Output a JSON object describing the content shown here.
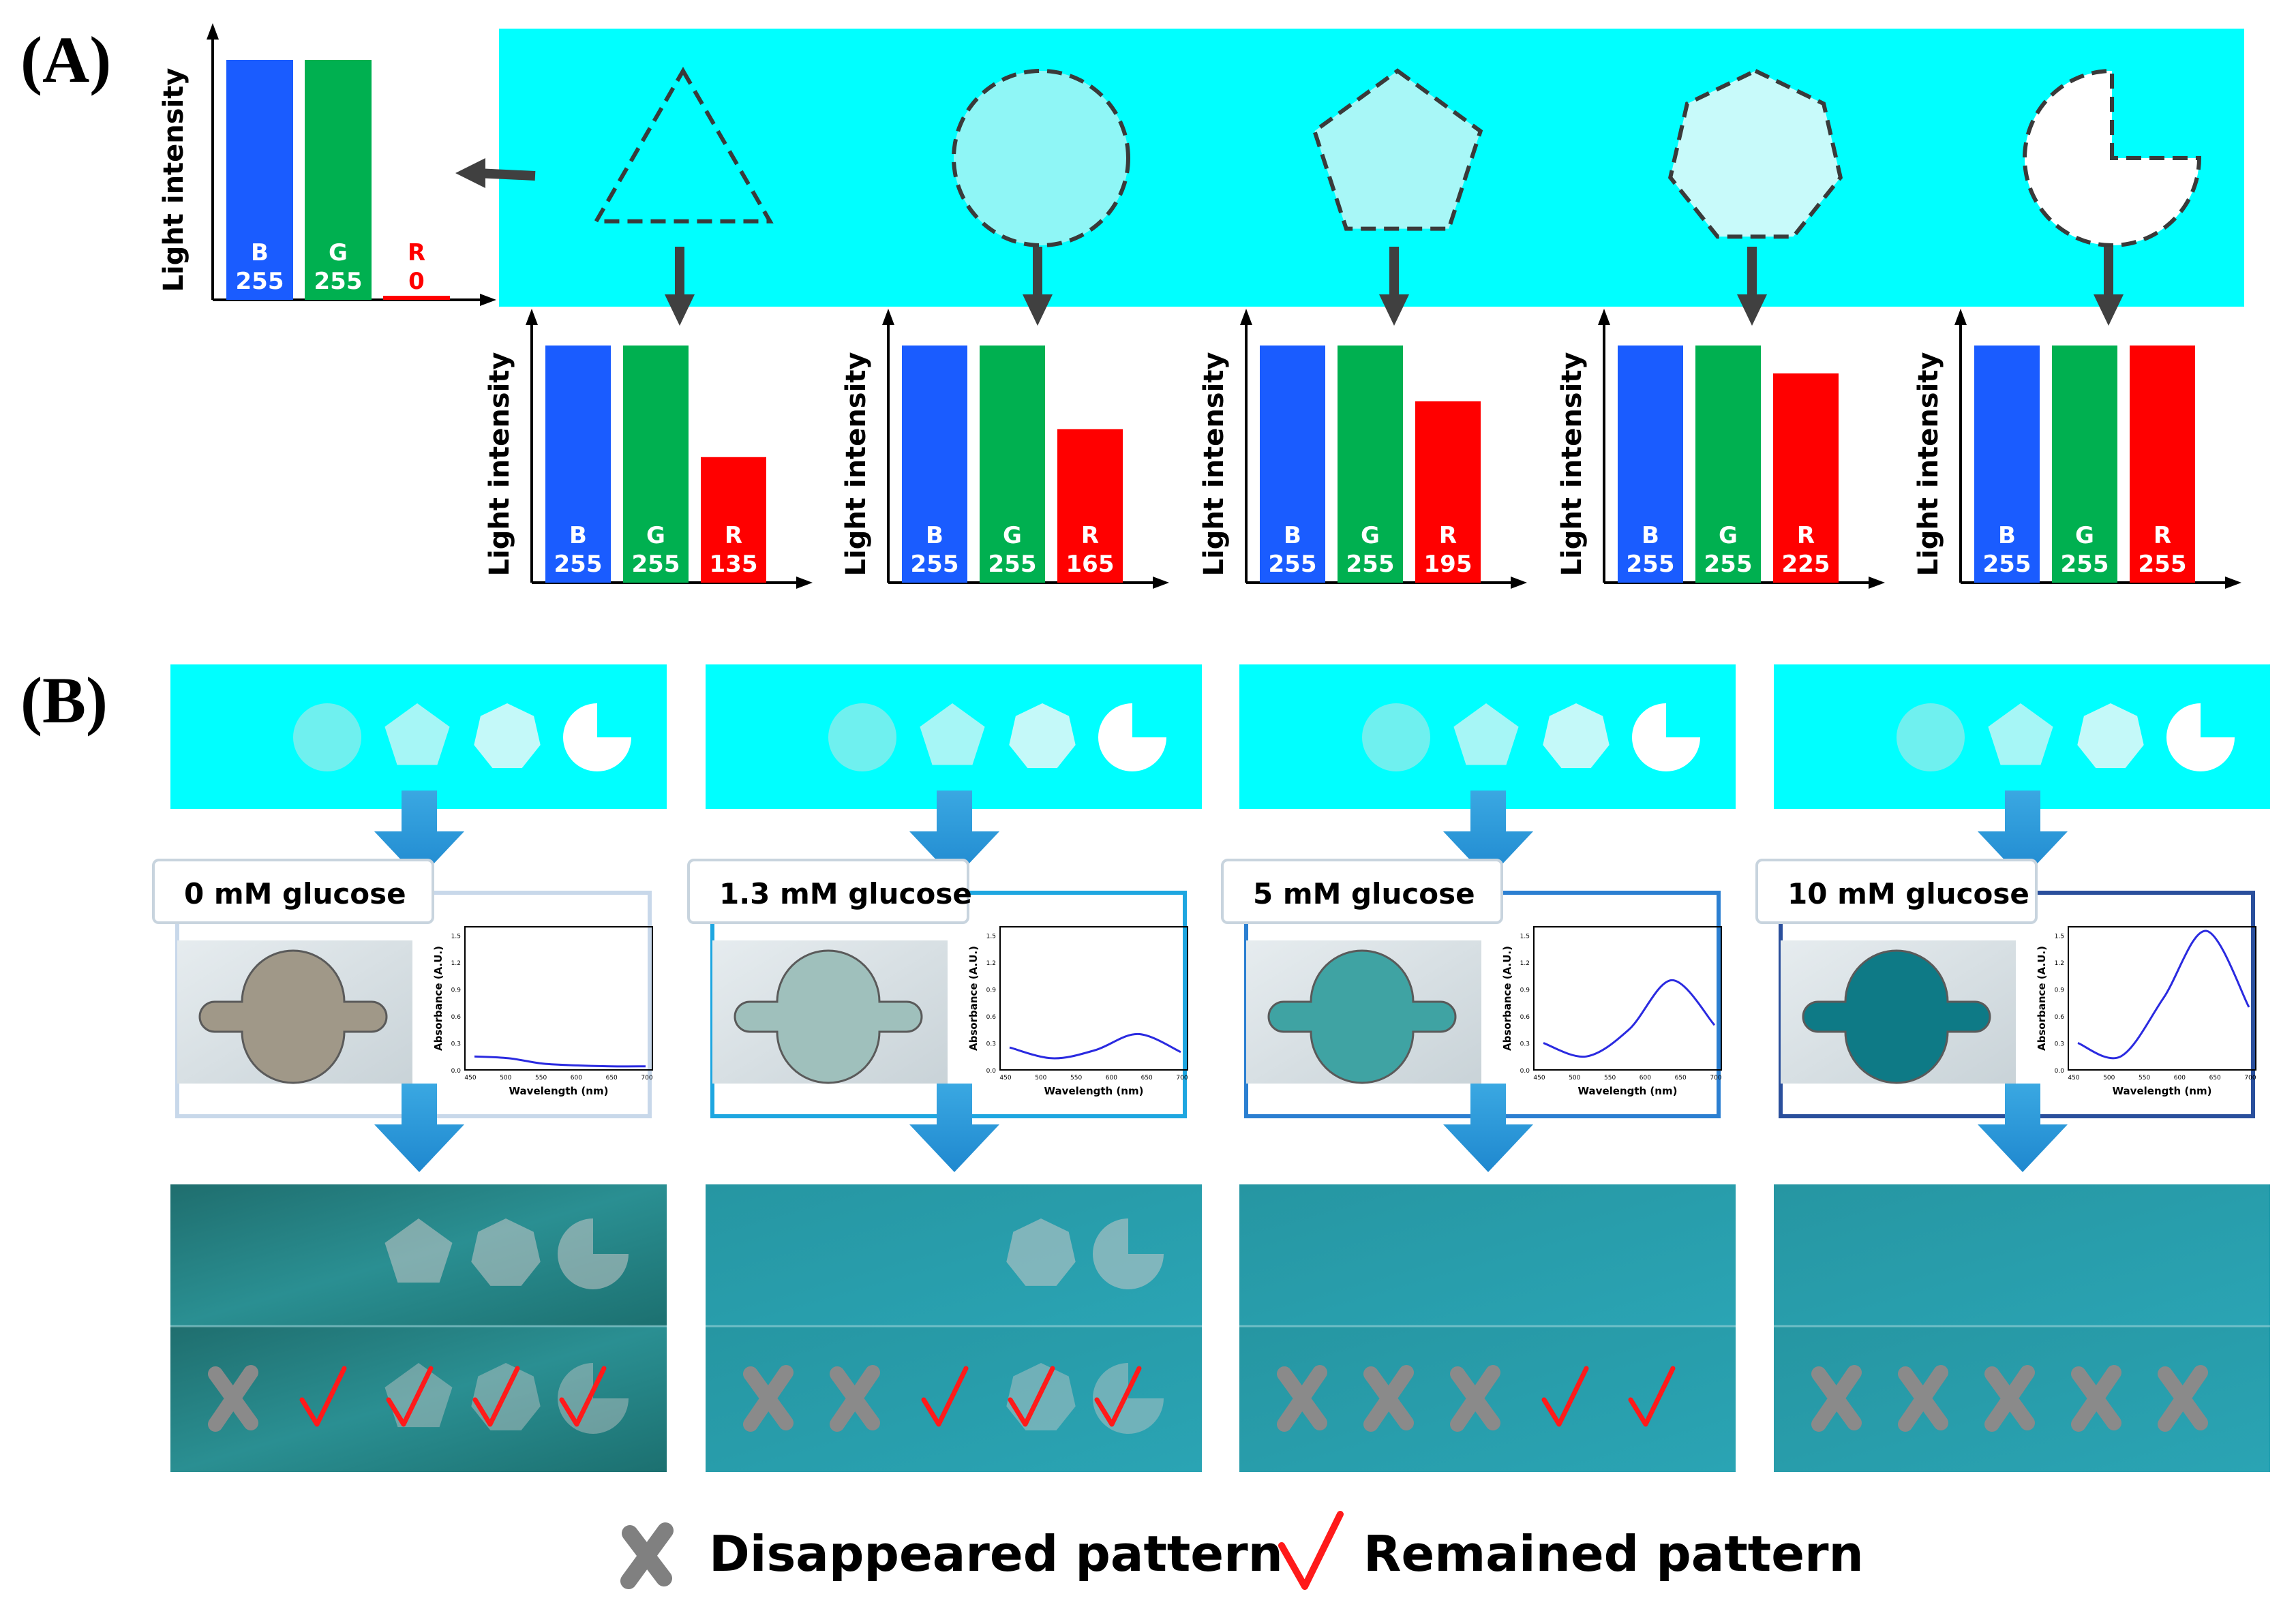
{
  "panel_a": {
    "label": "(A)",
    "ylabel": "Light intensity",
    "source_chart": {
      "bars": [
        {
          "letter": "B",
          "value": 255,
          "color": "#1a5cff"
        },
        {
          "letter": "G",
          "value": 255,
          "color": "#00b050"
        },
        {
          "letter": "R",
          "value": 0,
          "color": "#ff0000"
        }
      ]
    },
    "shapes": [
      "triangle",
      "circle",
      "pentagon",
      "heptagon",
      "pacman"
    ],
    "charts": [
      {
        "bars": [
          {
            "letter": "B",
            "value": 255
          },
          {
            "letter": "G",
            "value": 255
          },
          {
            "letter": "R",
            "value": 135
          }
        ]
      },
      {
        "bars": [
          {
            "letter": "B",
            "value": 255
          },
          {
            "letter": "G",
            "value": 255
          },
          {
            "letter": "R",
            "value": 165
          }
        ]
      },
      {
        "bars": [
          {
            "letter": "B",
            "value": 255
          },
          {
            "letter": "G",
            "value": 255
          },
          {
            "letter": "R",
            "value": 195
          }
        ]
      },
      {
        "bars": [
          {
            "letter": "B",
            "value": 255
          },
          {
            "letter": "G",
            "value": 255
          },
          {
            "letter": "R",
            "value": 225
          }
        ]
      },
      {
        "bars": [
          {
            "letter": "B",
            "value": 255
          },
          {
            "letter": "G",
            "value": 255
          },
          {
            "letter": "R",
            "value": 255
          }
        ]
      }
    ],
    "colors": {
      "blue": "#1a5cff",
      "green": "#00b050",
      "red": "#ff0000",
      "cyan": "#00ffff"
    }
  },
  "panel_b": {
    "label": "(B)",
    "conditions": [
      {
        "name": "0 mM glucose",
        "absorbance": [
          0.15,
          0.13,
          0.07,
          0.05,
          0.04,
          0.04
        ],
        "marks": [
          "x",
          "check",
          "check",
          "check",
          "check"
        ],
        "lower_shapes": [
          "pentagon",
          "heptagon",
          "pacman"
        ],
        "pad_color": "#a09888",
        "photo_border": "#c8d8ea"
      },
      {
        "name": "1.3 mM glucose",
        "absorbance": [
          0.25,
          0.13,
          0.22,
          0.4,
          0.2
        ],
        "marks": [
          "x",
          "x",
          "check",
          "check",
          "check"
        ],
        "lower_shapes": [
          "heptagon",
          "pacman"
        ],
        "pad_color": "#9fc0bc",
        "photo_border": "#1ea6e0"
      },
      {
        "name": "5 mM glucose",
        "absorbance": [
          0.3,
          0.15,
          0.45,
          1.0,
          0.5
        ],
        "marks": [
          "x",
          "x",
          "x",
          "check",
          "check"
        ],
        "lower_shapes": [],
        "pad_color": "#3fa3a3",
        "photo_border": "#2b7fd1"
      },
      {
        "name": "10 mM glucose",
        "absorbance": [
          0.3,
          0.15,
          0.8,
          1.55,
          0.7
        ],
        "marks": [
          "x",
          "x",
          "x",
          "x",
          "x"
        ],
        "lower_shapes": [],
        "pad_color": "#0e7a86",
        "photo_border": "#2a4f9c"
      }
    ],
    "mini_chart": {
      "ylabel": "Absorbance (A.U.)",
      "xlabel": "Wavelength (nm)",
      "xticks": [
        "450",
        "500",
        "550",
        "600",
        "650",
        "700"
      ],
      "yticks": [
        "0.0",
        "0.3",
        "0.6",
        "0.9",
        "1.2",
        "1.5"
      ]
    },
    "legend": {
      "x_label": "Disappeared pattern",
      "check_label": "Remained pattern"
    }
  }
}
